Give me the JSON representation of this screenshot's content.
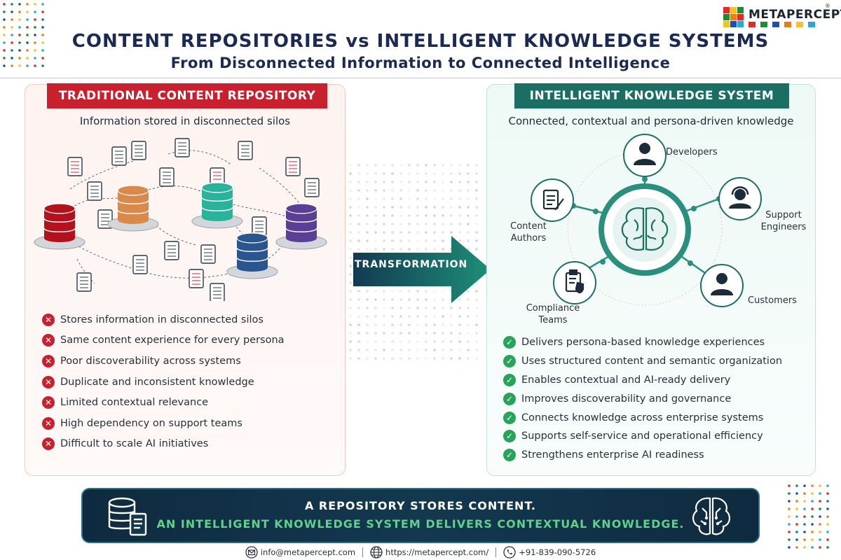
{
  "header": {
    "title": "CONTENT REPOSITORIES vs INTELLIGENT KNOWLEDGE SYSTEMS",
    "subtitle": "From Disconnected Information to Connected Intelligence"
  },
  "logo": {
    "name": "METAPERCEPT",
    "registered": "®",
    "square_colors": [
      "#e02b2b",
      "#1f8a3c",
      "#1f4fa8",
      "#e87d1e",
      "#f2c12e",
      "#2aa7d8"
    ]
  },
  "left_panel": {
    "tab": "TRADITIONAL CONTENT REPOSITORY",
    "caption": "Information stored in disconnected silos",
    "items": [
      "Stores information in disconnected silos",
      "Same content experience for every persona",
      "Poor discoverability across systems",
      "Duplicate and inconsistent knowledge",
      "Limited contextual relevance",
      "High dependency on support teams",
      "Difficult to scale AI initiatives"
    ],
    "database_colors": [
      "#b3121c",
      "#d9894a",
      "#2ab39c",
      "#5b3f96",
      "#2a5591"
    ]
  },
  "arrow": {
    "label": "TRANSFORMATION"
  },
  "right_panel": {
    "tab": "INTELLIGENT KNOWLEDGE SYSTEM",
    "caption": "Connected, contextual and persona-driven knowledge",
    "personas": {
      "developers": "Developers",
      "support_line1": "Support",
      "support_line2": "Engineers",
      "authors_line1": "Content",
      "authors_line2": "Authors",
      "compliance_line1": "Compliance",
      "compliance_line2": "Teams",
      "customers": "Customers"
    },
    "items": [
      "Delivers persona-based knowledge experiences",
      "Uses structured content and semantic organization",
      "Enables contextual and AI-ready delivery",
      "Improves discoverability and governance",
      "Connects knowledge across enterprise systems",
      "Supports self-service and operational efficiency",
      "Strengthens enterprise AI readiness"
    ]
  },
  "banner": {
    "line1": "A REPOSITORY STORES CONTENT.",
    "line2": "AN INTELLIGENT KNOWLEDGE SYSTEM DELIVERS CONTEXTUAL KNOWLEDGE."
  },
  "footer": {
    "email": "info@metapercept.com",
    "website": "https://metapercept.com/",
    "phone": "+91-839-090-5726"
  },
  "colors": {
    "navy": "#1b2a52",
    "red": "#c8202e",
    "teal": "#1b6f62",
    "green": "#27a35a"
  }
}
